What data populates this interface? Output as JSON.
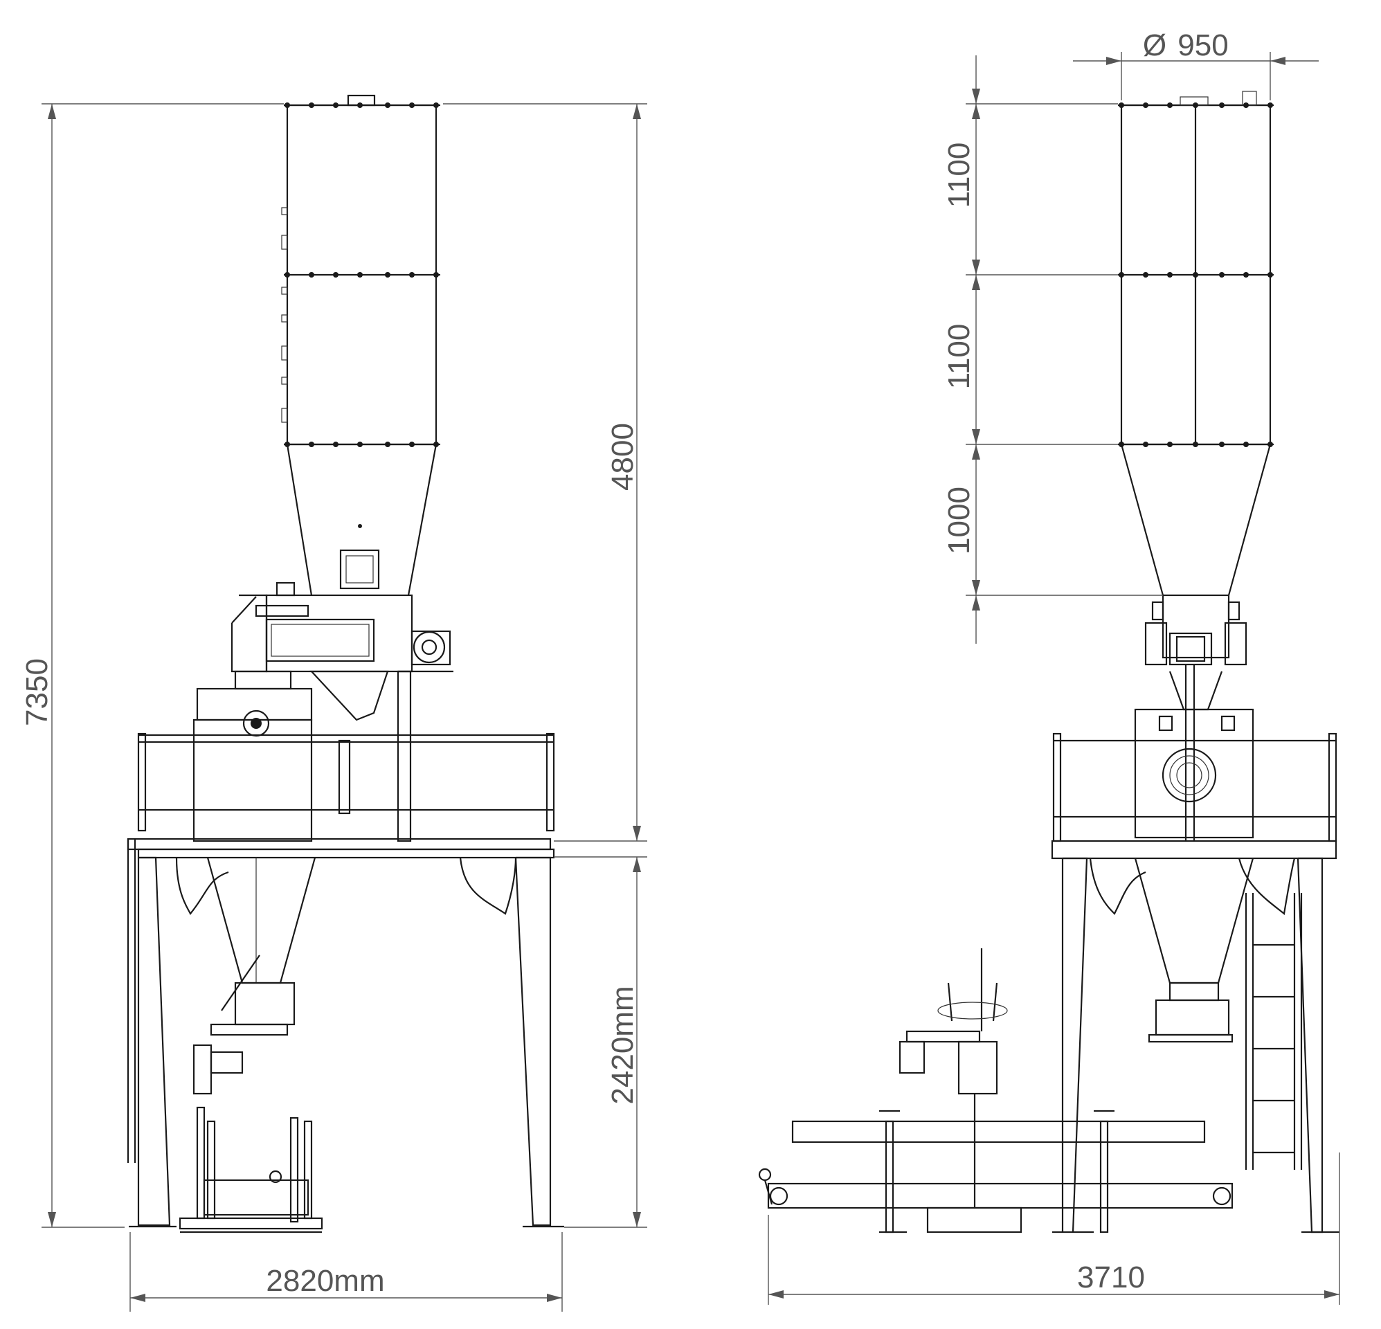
{
  "front_view": {
    "overall_height": "7350",
    "upper_height": "4800",
    "lower_height": "2420mm",
    "width": "2820mm"
  },
  "side_view": {
    "diameter": "950",
    "diameter_symbol": "Ø",
    "section_1": "1100",
    "section_2": "1100",
    "cone_height": "1000",
    "length": "3710"
  },
  "colors": {
    "line": "#1a1a1a",
    "dimension": "#555555",
    "background": "#ffffff"
  }
}
